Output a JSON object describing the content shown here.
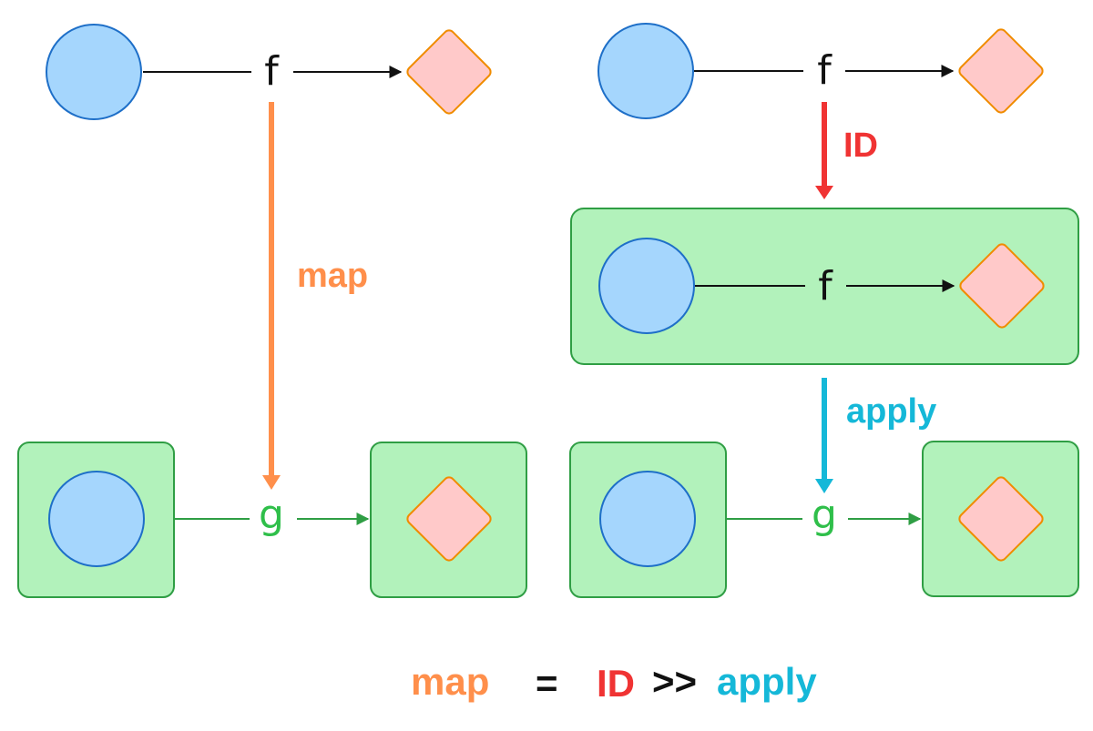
{
  "colors": {
    "circle_fill": "#a5d6fd",
    "circle_stroke": "#1e6fc8",
    "diamond_fill": "#ffc9c9",
    "diamond_stroke": "#f08c00",
    "box_fill": "#b2f2bb",
    "box_stroke": "#2f9e44",
    "map": "#ff8f4b",
    "id": "#f03333",
    "apply": "#15b8d8",
    "g": "#2fbf4a",
    "black": "#111111"
  },
  "left": {
    "top_fn": "f",
    "bottom_fn": "g",
    "map_label": "map"
  },
  "right": {
    "top_fn": "f",
    "wrapped_fn": "f",
    "bottom_fn": "g",
    "id_label": "ID",
    "apply_label": "apply"
  },
  "equation": {
    "lhs": "map",
    "equals": "=",
    "id": "ID",
    "compose": ">>",
    "apply": "apply"
  }
}
